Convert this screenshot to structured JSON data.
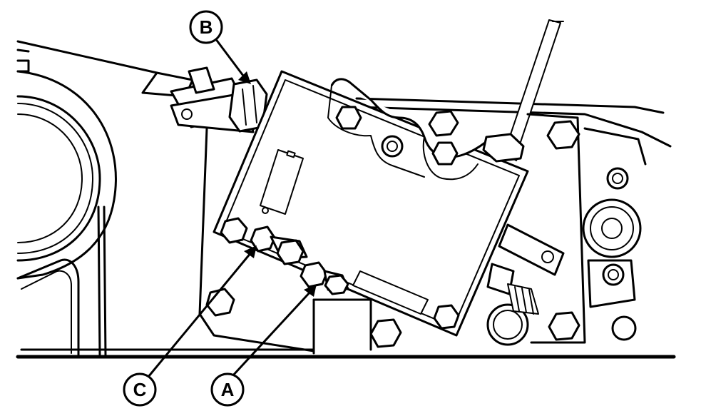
{
  "callouts": {
    "a": {
      "letter": "A"
    },
    "b": {
      "letter": "B"
    },
    "c": {
      "letter": "C"
    }
  },
  "colors": {
    "ink": "#000000",
    "paper": "#ffffff"
  }
}
